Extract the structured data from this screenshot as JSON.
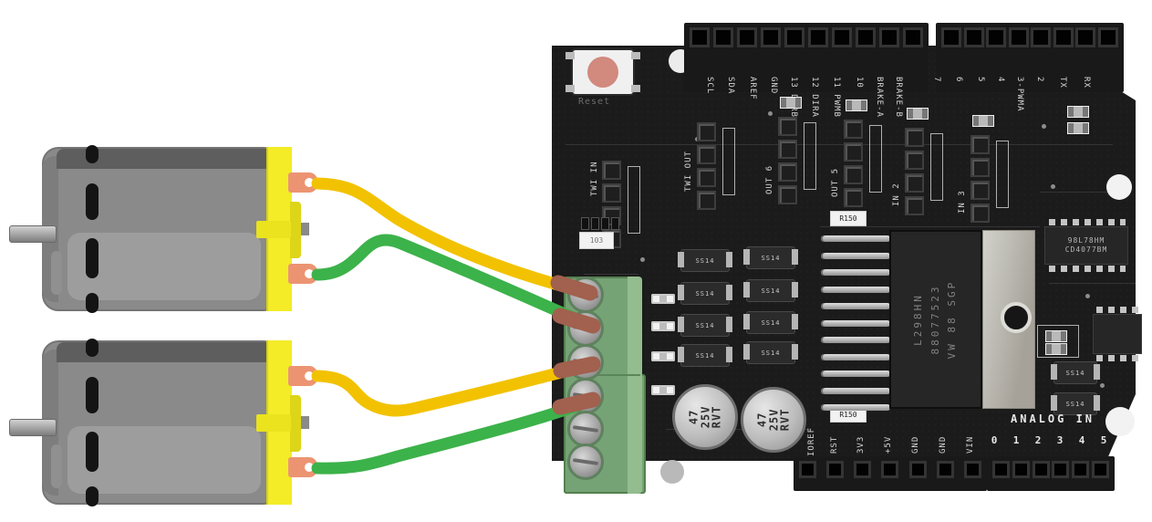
{
  "board": {
    "reset_label": "Reset",
    "top_labels_left": [
      "SCL",
      "SDA",
      "AREF",
      "GND",
      "13 DIRB",
      "12 DIRA",
      "11 PWMB",
      "10",
      "BRAKE-A",
      "BRAKE-B"
    ],
    "top_labels_right": [
      "7",
      "6",
      "5",
      "4",
      "3-PWMA",
      "2",
      "TX",
      "RX"
    ],
    "io_headers": [
      "TWI IN",
      "TWI OUT",
      "OUT 6",
      "OUT 5",
      "IN 2",
      "IN 3"
    ],
    "driver_chip": {
      "line1": "L298HN",
      "line2": "88077523",
      "line3": "VW 88 SGP"
    },
    "logic_chip": {
      "line1": "98L78HM",
      "line2": "CD4077BM"
    },
    "diode_label": "SS14",
    "resistor_r150": "R150",
    "resistor_network": "103",
    "capacitor": {
      "line1": "47",
      "line2": "25V",
      "line3": "RVT"
    },
    "power_labels": [
      "IOREF",
      "RST",
      "3V3",
      "+5V",
      "GND",
      "GND",
      "VIN"
    ],
    "analog": {
      "title": "ANALOG IN",
      "pins": [
        "0",
        "1",
        "2",
        "3",
        "4",
        "5"
      ]
    }
  },
  "wires": {
    "yellow": "#F2C200",
    "green": "#3CB24A",
    "ferrule": "#A2604E"
  }
}
